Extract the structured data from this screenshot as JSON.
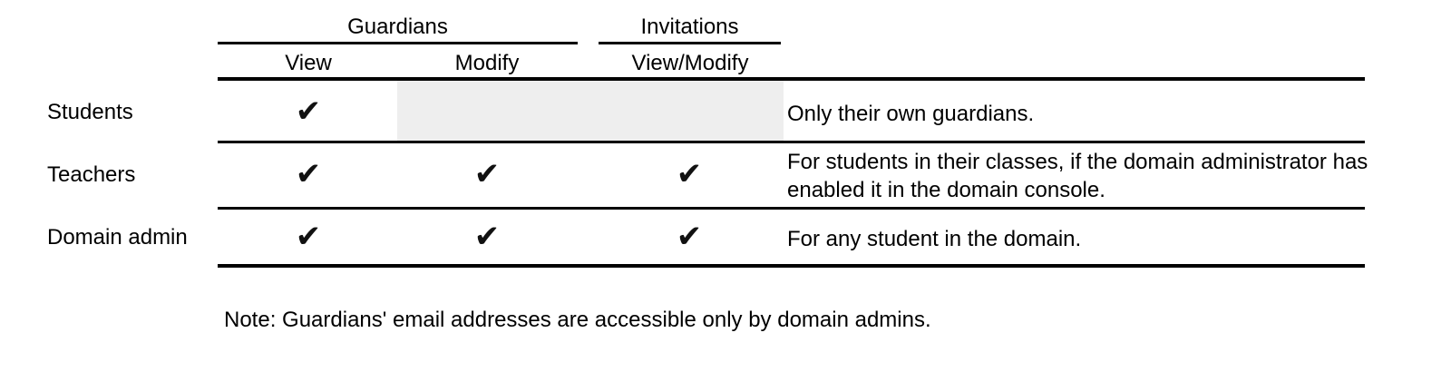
{
  "table": {
    "column_groups": [
      {
        "label": "Guardians",
        "spans": 2
      },
      {
        "label": "Invitations",
        "spans": 1
      }
    ],
    "columns": [
      {
        "label": "View"
      },
      {
        "label": "Modify"
      },
      {
        "label": "View/Modify"
      }
    ],
    "check_glyph": "✔",
    "rows": [
      {
        "label": "Students",
        "cells": [
          {
            "state": "check"
          },
          {
            "state": "shaded"
          },
          {
            "state": "shaded"
          }
        ],
        "description": "Only their own guardians."
      },
      {
        "label": "Teachers",
        "cells": [
          {
            "state": "check"
          },
          {
            "state": "check"
          },
          {
            "state": "check"
          }
        ],
        "description": "For students in their classes, if the domain administrator has enabled it in the domain console."
      },
      {
        "label": "Domain admin",
        "cells": [
          {
            "state": "check"
          },
          {
            "state": "check"
          },
          {
            "state": "check"
          }
        ],
        "description": "For any student in the domain."
      }
    ]
  },
  "footnote": {
    "text": "Note: Guardians' email addresses are accessible only by domain admins."
  },
  "colors": {
    "rule": "#000000",
    "shade": "#eeeeee",
    "text": "#000000",
    "background": "#ffffff"
  }
}
